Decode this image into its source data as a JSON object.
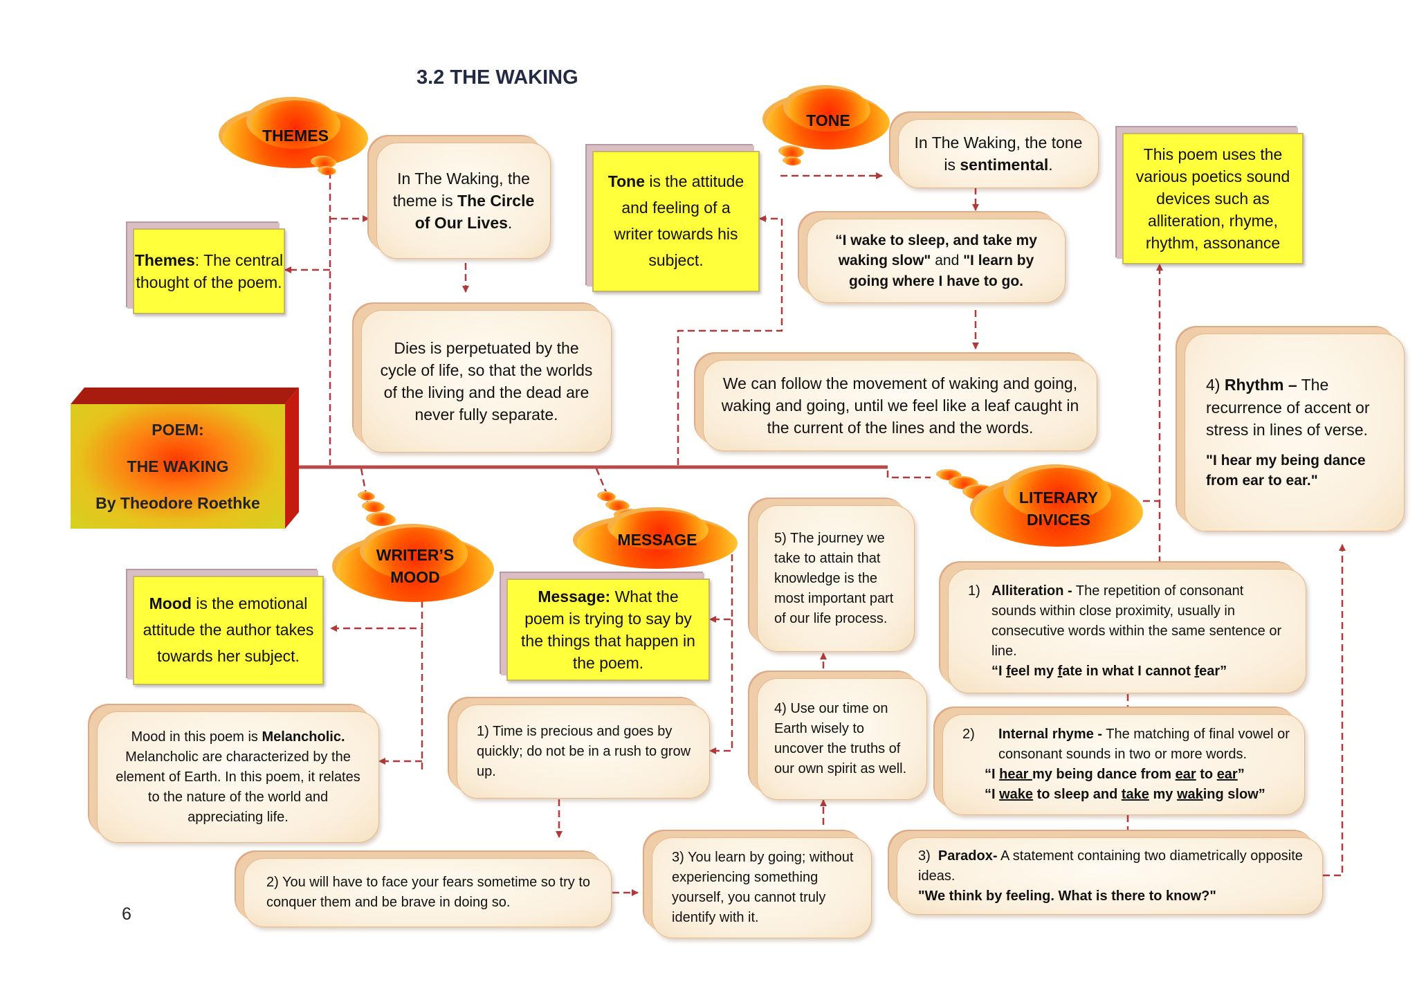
{
  "page": {
    "title": "3.2 THE WAKING",
    "page_number": "6"
  },
  "poem": {
    "label": "POEM:",
    "title": "THE WAKING",
    "author": "By Theodore Roethke"
  },
  "clouds": {
    "themes": "THEMES",
    "tone": "TONE",
    "writers_mood_1": "WRITER’S",
    "writers_mood_2": "MOOD",
    "message": "MESSAGE",
    "literary_1": "LITERARY",
    "literary_2": "DIVICES"
  },
  "themes": {
    "def_term": "Themes",
    "def_rest": ": The central thought of the poem.",
    "theme_pre": "In The Waking, the theme is ",
    "theme_bold": "The Circle of Our Lives",
    "theme_post": ".",
    "dies": "Dies is perpetuated by the cycle of life, so that the worlds of the living and the dead are never fully separate."
  },
  "tone": {
    "def_term": "Tone",
    "def_rest": " is the attitude and feeling of a writer towards his subject.",
    "tone_pre": "In The Waking, the tone is ",
    "tone_bold": "sentimental",
    "tone_post": ".",
    "quote_a": "“I wake to sleep, and take my waking slow\"",
    "quote_mid": " and ",
    "quote_b": "\"I learn by going where I have to go.",
    "follow": "We can follow the movement of waking and going, waking and  going, until we feel like a leaf caught in the  current of the lines and the words."
  },
  "mood": {
    "def_term": "Mood",
    "def_rest": " is the emotional attitude the author takes towards her subject.",
    "mood_pre": "Mood in this poem is ",
    "mood_bold": "Melancholic.",
    "mood_rest": " Melancholic are characterized by the element of Earth. In this poem, it relates to the nature of the world and appreciating life."
  },
  "message": {
    "def_term": "Message:",
    "def_rest": " What the poem is trying to say by the things that happen in the poem.",
    "m1": "1) Time is precious and goes by quickly; do not be in a rush to grow up.",
    "m2": "2) You will have to face your fears sometime so try to conquer them and be brave in doing so.",
    "m3": "3) You learn by going; without experiencing something yourself, you cannot truly identify with it.",
    "m4": "4) Use our time on Earth wisely to uncover the truths of our own spirit as well.",
    "m5": "5) The journey we take to attain that knowledge is the most important part of our life process."
  },
  "literary": {
    "intro": "This poem uses the various poetics sound devices such as alliteration, rhyme, rhythm, assonance",
    "rhythm_num": "4) ",
    "rhythm_term": "Rhythm –",
    "rhythm_rest": " The recurrence of accent or stress in lines of verse.",
    "rhythm_quote": "\"I hear my being dance from ear to ear.\"",
    "allit_num": "1)",
    "allit_term": "Alliteration -",
    "allit_rest": " The repetition of consonant sounds within close proximity, usually in consecutive words within the same sentence or line.",
    "allit_q1": "“I ",
    "allit_q2": "f",
    "allit_q3": "eel my ",
    "allit_q4": "f",
    "allit_q5": "ate in what I cannot ",
    "allit_q6": "f",
    "allit_q7": "ear”",
    "rhyme_num": "2)",
    "rhyme_term": "Internal rhyme -",
    "rhyme_rest": " The matching of final vowel or consonant sounds in two or more words.",
    "rhyme_qa1": "“I ",
    "rhyme_qa2": "hear ",
    "rhyme_qa3": "my being dance from ",
    "rhyme_qa4": "ear",
    "rhyme_qa5": " to ",
    "rhyme_qa6": "ear",
    "rhyme_qa7": "”",
    "rhyme_qb1": "“I ",
    "rhyme_qb2": "wake",
    "rhyme_qb3": " to sleep and ",
    "rhyme_qb4": "take",
    "rhyme_qb5": " my ",
    "rhyme_qb6": "wak",
    "rhyme_qb7": "ing slow”",
    "para_num": "3)",
    "para_term": "Paradox-",
    "para_rest": " A statement containing two diametrically opposite ideas.",
    "para_quote": "\"We think by feeling. What is there to know?\""
  },
  "colors": {
    "arrow": "#b03a3a",
    "main_line": "#b84a4a",
    "definition_fill": "#ffff3c",
    "box_cream": "#fbefdc"
  }
}
